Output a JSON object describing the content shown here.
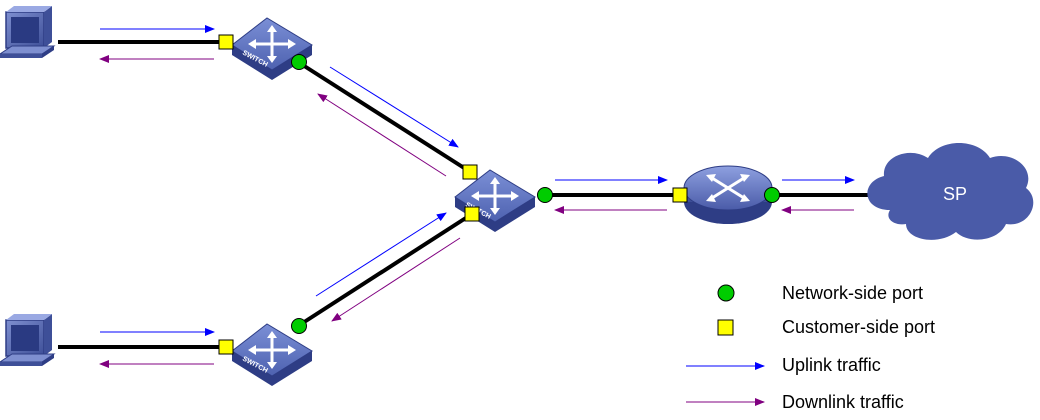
{
  "colors": {
    "uplink": "#0000ff",
    "downlink": "#800080",
    "network_port": "#00cc00",
    "customer_port": "#ffff00",
    "device": "#4a5ba8",
    "cloud": "#4a5ba8"
  },
  "devices": {
    "switch_label": "SWITCH",
    "cloud_label": "SP"
  },
  "legend": {
    "network_port": "Network-side port",
    "customer_port": "Customer-side port",
    "uplink": "Uplink traffic",
    "downlink": "Downlink traffic"
  }
}
